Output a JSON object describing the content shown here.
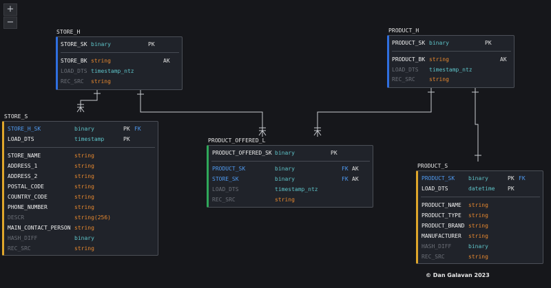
{
  "controls": {
    "zoom_in": "+",
    "zoom_out": "−"
  },
  "tables": {
    "store_h": {
      "title": "STORE_H",
      "rows": [
        {
          "name": "STORE_SK",
          "type": "binary",
          "key": "PK"
        },
        {
          "name": "STORE_BK",
          "type": "string",
          "key": "AK"
        },
        {
          "name": "LOAD_DTS",
          "type": "timestamp_ntz",
          "key": ""
        },
        {
          "name": "REC_SRC",
          "type": "string",
          "key": ""
        }
      ]
    },
    "product_h": {
      "title": "PRODUCT_H",
      "rows": [
        {
          "name": "PRODUCT_SK",
          "type": "binary",
          "key": "PK"
        },
        {
          "name": "PRODUCT_BK",
          "type": "string",
          "key": "AK"
        },
        {
          "name": "LOAD_DTS",
          "type": "timestamp_ntz",
          "key": ""
        },
        {
          "name": "REC_SRC",
          "type": "string",
          "key": ""
        }
      ]
    },
    "store_s": {
      "title": "STORE_S",
      "rows": [
        {
          "name": "STORE_H_SK",
          "type": "binary",
          "key": "PK",
          "key2": "FK"
        },
        {
          "name": "LOAD_DTS",
          "type": "timestamp",
          "key": "PK"
        },
        {
          "name": "STORE_NAME",
          "type": "string"
        },
        {
          "name": "ADDRESS_1",
          "type": "string"
        },
        {
          "name": "ADDRESS_2",
          "type": "string"
        },
        {
          "name": "POSTAL_CODE",
          "type": "string"
        },
        {
          "name": "COUNTRY_CODE",
          "type": "string"
        },
        {
          "name": "PHONE_NUMBER",
          "type": "string"
        },
        {
          "name": "DESCR",
          "type": "string(256)"
        },
        {
          "name": "MAIN_CONTACT_PERSON",
          "type": "string"
        },
        {
          "name": "HASH_DIFF",
          "type": "binary"
        },
        {
          "name": "REC_SRC",
          "type": "string"
        }
      ]
    },
    "product_offered_l": {
      "title": "PRODUCT_OFFERED_L",
      "rows": [
        {
          "name": "PRODUCT_OFFERED_SK",
          "type": "binary",
          "key": "PK"
        },
        {
          "name": "PRODUCT_SK",
          "type": "binary",
          "key": "FK",
          "key2": "AK"
        },
        {
          "name": "STORE_SK",
          "type": "binary",
          "key": "FK",
          "key2": "AK"
        },
        {
          "name": "LOAD_DTS",
          "type": "timestamp_ntz"
        },
        {
          "name": "REC_SRC",
          "type": "string"
        }
      ]
    },
    "product_s": {
      "title": "PRODUCT_S",
      "rows": [
        {
          "name": "PRODUCT_SK",
          "type": "binary",
          "key": "PK",
          "key2": "FK"
        },
        {
          "name": "LOAD_DTS",
          "type": "datetime",
          "key": "PK"
        },
        {
          "name": "PRODUCT_NAME",
          "type": "string"
        },
        {
          "name": "PRODUCT_TYPE",
          "type": "string"
        },
        {
          "name": "PRODUCT_BRAND",
          "type": "string"
        },
        {
          "name": "MANUFACTURER",
          "type": "string"
        },
        {
          "name": "HASH_DIFF",
          "type": "binary"
        },
        {
          "name": "REC_SRC",
          "type": "string"
        }
      ]
    }
  },
  "footer": "© Dan Galavan 2023"
}
